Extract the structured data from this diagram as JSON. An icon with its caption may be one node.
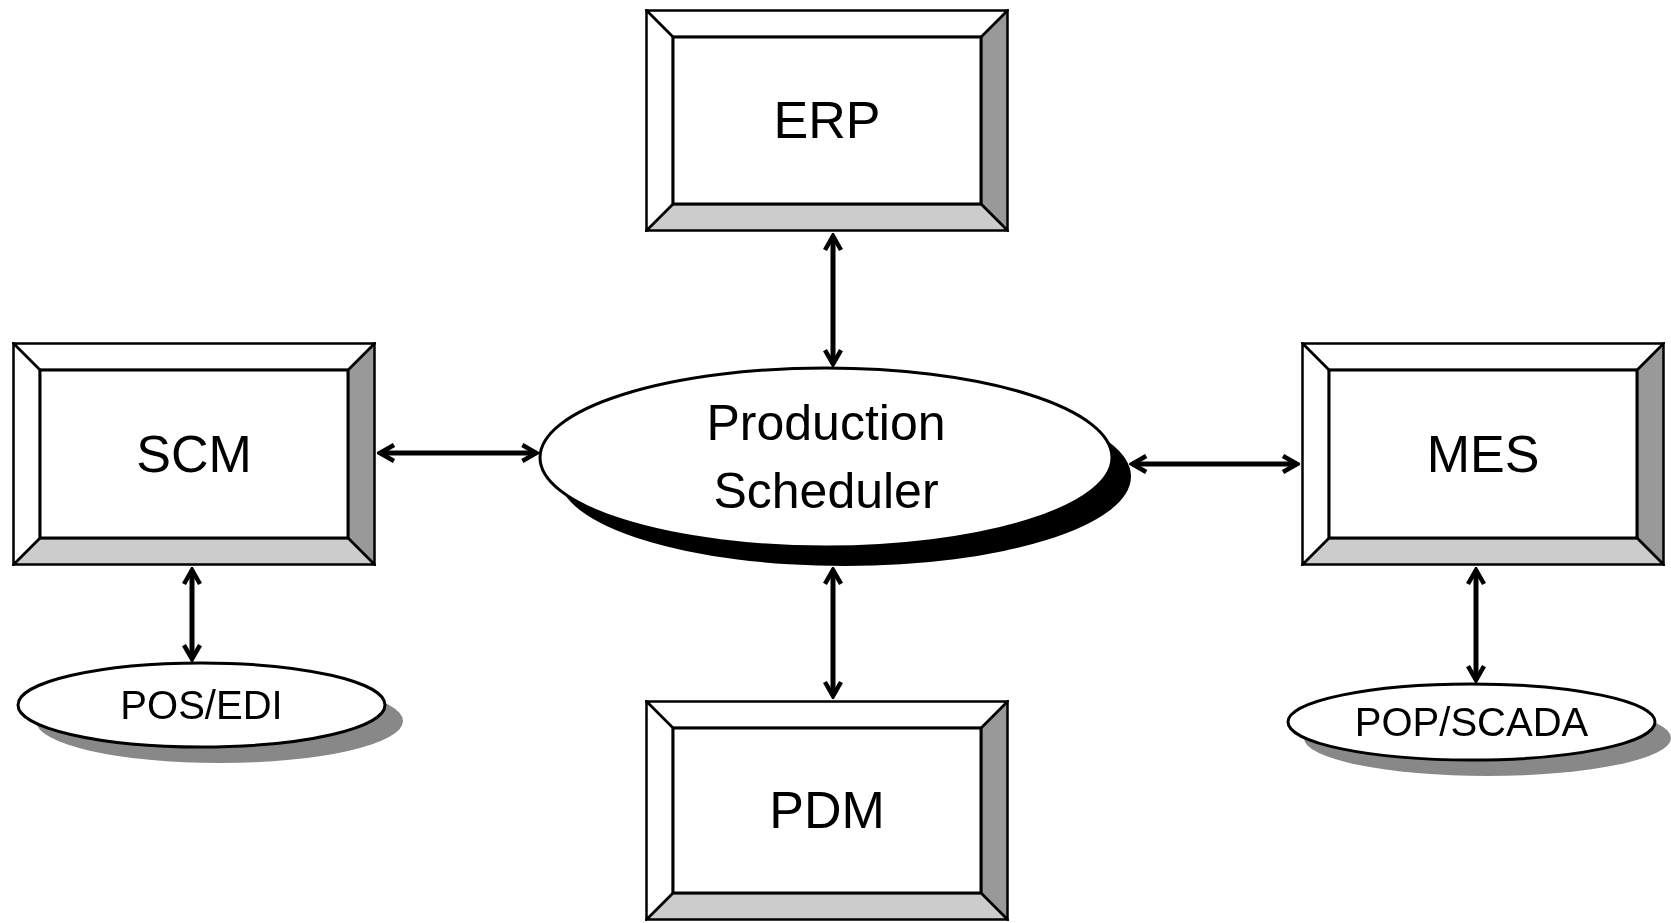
{
  "diagram": {
    "nodes": [
      {
        "text": [
          "ERP"
        ]
      },
      {
        "text": [
          "SCM"
        ]
      },
      {
        "text": [
          "Production Scheduler"
        ]
      },
      {
        "text": [
          "MES"
        ]
      },
      {
        "text": [
          "POS/EDI"
        ]
      },
      {
        "text": [
          "POP/SCADA"
        ]
      },
      {
        "text": [
          "PDM"
        ]
      }
    ],
    "edges": [
      {
        "from": 0,
        "to": 2,
        "arrow": "both"
      },
      {
        "from": 1,
        "to": 2,
        "arrow": "both"
      },
      {
        "from": 2,
        "to": 3,
        "arrow": "both"
      },
      {
        "from": 2,
        "to": 6,
        "arrow": "both"
      },
      {
        "from": 1,
        "to": 4,
        "arrow": "both"
      },
      {
        "from": 3,
        "to": 5,
        "arrow": "both"
      }
    ]
  }
}
